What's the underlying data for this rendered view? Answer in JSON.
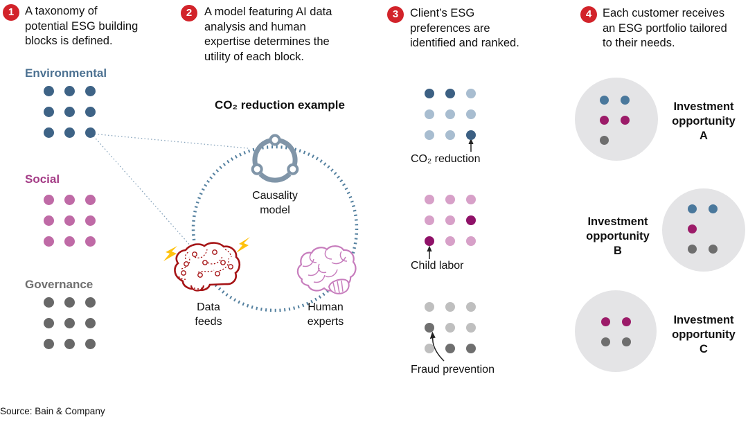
{
  "palette": {
    "badge_red": "#d2232a",
    "text": "#111111",
    "dotted_circle": "#54809f",
    "connector_line": "#8aa6bd",
    "causality": "#8095a8",
    "data_brain": "#a61416",
    "human_brain": "#c77dbd",
    "lightning": "#ffc20e",
    "arrow": "#222222",
    "white": "#ffffff"
  },
  "steps": [
    {
      "number": "1",
      "text": "A taxonomy of\npotential ESG building\nblocks is defined."
    },
    {
      "number": "2",
      "text": "A model featuring AI data\nanalysis and human\nexpertise determines the\nutility of each block."
    },
    {
      "number": "3",
      "text": "Client’s ESG\npreferences are\nidentified and ranked."
    },
    {
      "number": "4",
      "text": "Each customer receives\nan ESG portfolio tailored\nto their needs."
    }
  ],
  "step1": {
    "categories": [
      {
        "label": "Environmental",
        "heading_color": "#4d7292",
        "grid": {
          "pattern": [
            [
              "b",
              "b",
              "b"
            ],
            [
              "b",
              "b",
              "b"
            ],
            [
              "b",
              "b",
              "b"
            ]
          ],
          "colors": {
            "b": "#3e6386"
          }
        }
      },
      {
        "label": "Social",
        "heading_color": "#a43c86",
        "grid": {
          "pattern": [
            [
              "b",
              "b",
              "b"
            ],
            [
              "b",
              "b",
              "b"
            ],
            [
              "b",
              "b",
              "b"
            ]
          ],
          "colors": {
            "b": "#bf6aa6"
          }
        }
      },
      {
        "label": "Governance",
        "heading_color": "#6f6f6f",
        "grid": {
          "pattern": [
            [
              "b",
              "b",
              "b"
            ],
            [
              "b",
              "b",
              "b"
            ],
            [
              "b",
              "b",
              "b"
            ]
          ],
          "colors": {
            "b": "#686868"
          }
        }
      }
    ]
  },
  "step2": {
    "example_title": "CO₂ reduction example",
    "causality_label": "Causality\nmodel",
    "data_feeds_label": "Data\nfeeds",
    "human_experts_label": "Human\nexperts"
  },
  "step3": {
    "grids": [
      {
        "callout": "CO₂ reduction",
        "pattern": [
          [
            "d",
            "d",
            "l"
          ],
          [
            "l",
            "l",
            "l"
          ],
          [
            "l",
            "l",
            "d"
          ]
        ],
        "colors": {
          "l": "#a8bdd0",
          "d": "#3c6083"
        }
      },
      {
        "callout": "Child labor",
        "pattern": [
          [
            "l",
            "l",
            "l"
          ],
          [
            "l",
            "l",
            "d"
          ],
          [
            "d",
            "l",
            "l"
          ]
        ],
        "colors": {
          "l": "#d7a0c8",
          "d": "#8f1168"
        }
      },
      {
        "callout": "Fraud prevention",
        "pattern": [
          [
            "l",
            "l",
            "l"
          ],
          [
            "d",
            "l",
            "l"
          ],
          [
            "l",
            "d",
            "d"
          ]
        ],
        "colors": {
          "l": "#bfbfbf",
          "d": "#6f6f6f"
        }
      }
    ]
  },
  "step4": {
    "circle_bg": "#e4e4e6",
    "portfolio_colors": {
      "blue": "#4a789c",
      "magenta": "#9c1b69",
      "gray": "#6e6e6e"
    },
    "portfolios": [
      {
        "label": "Investment\nopportunity\nA",
        "pattern": [
          [
            "blue",
            "blue"
          ],
          [
            "magenta",
            "magenta"
          ],
          [
            "gray",
            null
          ]
        ]
      },
      {
        "label": "Investment\nopportunity\nB",
        "pattern": [
          [
            "blue",
            "blue"
          ],
          [
            "magenta",
            null
          ],
          [
            "gray",
            "gray"
          ]
        ]
      },
      {
        "label": "Investment\nopportunity\nC",
        "pattern": [
          [
            "magenta",
            "magenta"
          ],
          [
            "gray",
            "gray"
          ]
        ]
      }
    ]
  },
  "source": "Source: Bain & Company"
}
